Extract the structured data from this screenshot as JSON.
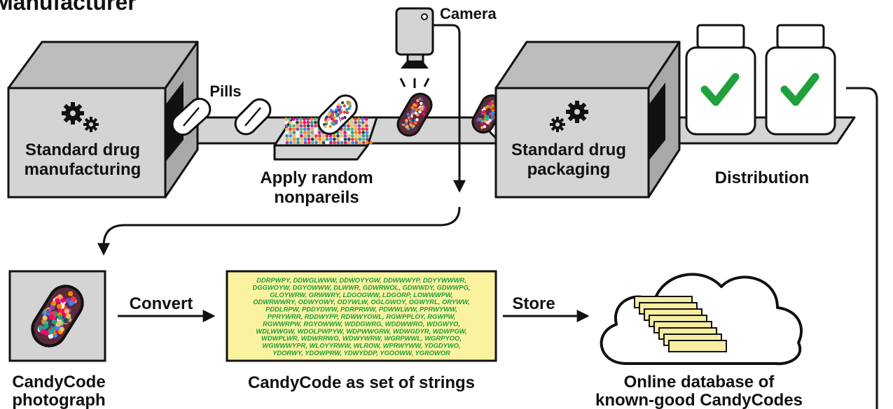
{
  "title": "Manufacturer",
  "labels": {
    "camera": "Camera",
    "pills": "Pills",
    "manufacturing_line1": "Standard drug",
    "manufacturing_line2": "manufacturing",
    "apply_line1": "Apply random",
    "apply_line2": "nonpareils",
    "packaging_line1": "Standard drug",
    "packaging_line2": "packaging",
    "distribution": "Distribution",
    "convert": "Convert",
    "store": "Store",
    "photo_line1": "CandyCode",
    "photo_line2": "photograph",
    "strings": "CandyCode as set of strings",
    "db_line1": "Online database of",
    "db_line2": "known-good CandyCodes"
  },
  "codes": [
    "DDRPWPY, DDWGLWWW, DDWOYYGW, DDWWWYP, DDYYWWWR,",
    "DGGWOYW, DGYOWWW, DLWWR, GDWRWOL, GDWWDY, GDWWPG,",
    "GLOYWRW, GRWWRY, LDGOGWW, LDGORP, LOWWWPW,",
    "ODWRWWRY, ODWYOWY, ODYWLW, OGLGWOY, OGWYRL, ORYWW,",
    "PDDLRPW, PDDYDWW, PDRPRWW, PDWWLWW, PPRWYWW,",
    "PPRYWRR, RDDWYPP, RDWWYOWL, RGWPPLOY, RGWPW,",
    "RGWWRPW, RGYOWWW, WDDGWRG, WDDWWRO, WDGWYO,",
    "WDLWWGW, WDOLPWPYW, WDPWWGRW, WDWGDYR, WDWPGW,",
    "WDWPLWR, WDWRRWG, WDWYWRW, WGRPWWL, WGRPYOO,",
    "WGWWWYPR, WLOYYRWW, WLROW, WPRWYWW, YDGDYWO,",
    "YDORWY, YDOWPRW, YDWYDDP, YGOOWW, YGROWOR"
  ],
  "colors": {
    "box_fill": "#d4d4d4",
    "check_green": "#1fa03c",
    "codes_text": "#1a9e3a",
    "codes_bg": "#fbf2a0",
    "db_slip": "#f6eea0"
  },
  "icons": [
    "gears-icon",
    "camera-icon",
    "check-icon",
    "cloud-icon",
    "arrow-icon"
  ]
}
